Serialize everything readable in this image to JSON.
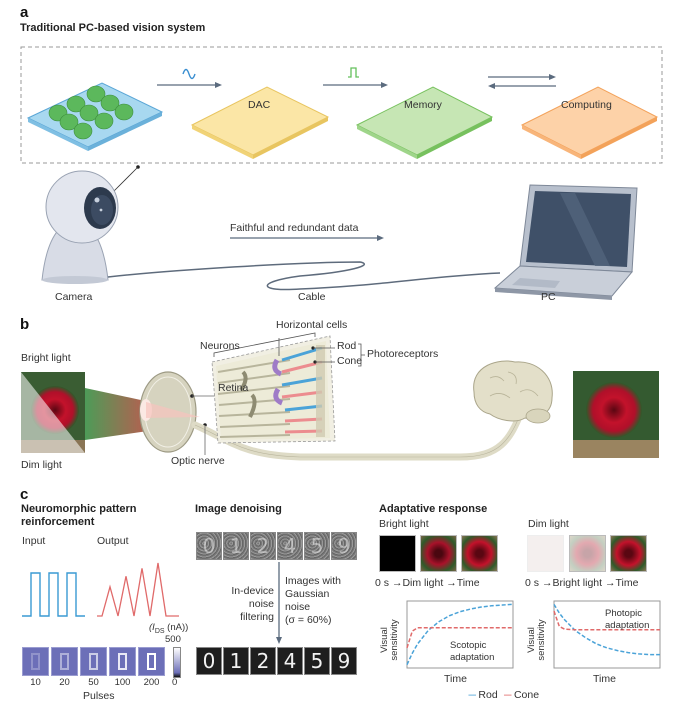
{
  "panel_a": {
    "letter": "a",
    "title": "Traditional PC-based vision system",
    "blocks": [
      {
        "id": "sensor",
        "label": "",
        "fill": "#a8d8f0",
        "edge": "#5aa6d6"
      },
      {
        "id": "dac",
        "label": "DAC",
        "fill": "#fbe6a6",
        "edge": "#e8c560"
      },
      {
        "id": "memory",
        "label": "Memory",
        "fill": "#c6e6b4",
        "edge": "#77c15e"
      },
      {
        "id": "computing",
        "label": "Computing",
        "fill": "#fdd2a8",
        "edge": "#f3a25a"
      }
    ],
    "signal_icons": [
      "sine-wave-icon",
      "pulse-wave-icon"
    ],
    "data_label": "Faithful and redundant data",
    "camera_label": "Camera",
    "cable_label": "Cable",
    "pc_label": "PC"
  },
  "panel_b": {
    "letter": "b",
    "bright_label": "Bright light",
    "dim_label": "Dim light",
    "retina_label": "Retina",
    "optic_nerve_label": "Optic nerve",
    "neurons_label": "Neurons",
    "horizontal_cells_label": "Horizontal cells",
    "rod_label": "Rod",
    "cone_label": "Cone",
    "photoreceptors_label": "Photoreceptors"
  },
  "panel_c": {
    "letter": "c",
    "pattern": {
      "title_line1": "Neuromorphic pattern",
      "title_line2": "reinforcement",
      "input_label": "Input",
      "output_label": "Output",
      "colorbar_title": "(I",
      "colorbar_sub": "DS",
      "colorbar_unit": " (nA))",
      "colorbar_max": "500",
      "colorbar_min": "0",
      "pulse_counts": [
        "10",
        "20",
        "50",
        "100",
        "200"
      ],
      "pulses_label": "Pulses"
    },
    "denoising": {
      "title": "Image denoising",
      "digits": [
        "0",
        "1",
        "2",
        "4",
        "5",
        "9"
      ],
      "left_note": [
        "In-device",
        "noise",
        "filtering"
      ],
      "right_note": [
        "Images with",
        "Gaussian",
        "noise",
        "(σ = 60%)"
      ]
    },
    "adaptive": {
      "title": "Adaptative response",
      "bright_title": "Bright light",
      "dim_title": "Dim light",
      "bright_sequence": [
        "0 s",
        "Dim light",
        "Time"
      ],
      "dim_sequence": [
        "0 s",
        "Bright light",
        "Time"
      ],
      "legend": [
        {
          "name": "Rod",
          "color": "#4ba3d8"
        },
        {
          "name": "Cone",
          "color": "#e06a6a"
        }
      ]
    }
  },
  "chart_data": [
    {
      "type": "line",
      "title": "Scotopic adaptation",
      "xlabel": "Time",
      "ylabel": "Visual sensitivity",
      "grid": false,
      "legend": "bottom",
      "x": [
        0,
        0.05,
        0.1,
        0.2,
        0.3,
        0.4,
        0.5,
        0.6,
        0.7,
        0.8,
        0.9,
        1.0
      ],
      "xlim": [
        0,
        1
      ],
      "ylim": [
        0,
        1
      ],
      "series": [
        {
          "name": "Rod",
          "values": [
            0.05,
            0.22,
            0.36,
            0.56,
            0.69,
            0.78,
            0.84,
            0.88,
            0.91,
            0.93,
            0.94,
            0.95
          ]
        },
        {
          "name": "Cone",
          "values": [
            0.3,
            0.55,
            0.6,
            0.6,
            0.6,
            0.6,
            0.6,
            0.6,
            0.6,
            0.6,
            0.6,
            0.6
          ]
        }
      ],
      "annotation": "Scotopic adaptation"
    },
    {
      "type": "line",
      "title": "Photopic adaptation",
      "xlabel": "Time",
      "ylabel": "Visual sensitivity",
      "grid": false,
      "legend": "bottom",
      "x": [
        0,
        0.05,
        0.1,
        0.2,
        0.3,
        0.4,
        0.5,
        0.6,
        0.7,
        0.8,
        0.9,
        1.0
      ],
      "xlim": [
        0,
        1
      ],
      "ylim": [
        0,
        1
      ],
      "series": [
        {
          "name": "Rod",
          "values": [
            0.95,
            0.82,
            0.72,
            0.56,
            0.45,
            0.36,
            0.3,
            0.26,
            0.23,
            0.21,
            0.2,
            0.2
          ]
        },
        {
          "name": "Cone",
          "values": [
            0.85,
            0.62,
            0.58,
            0.57,
            0.57,
            0.57,
            0.57,
            0.57,
            0.57,
            0.57,
            0.57,
            0.57
          ]
        }
      ],
      "annotation": "Photopic adaptation"
    },
    {
      "type": "line",
      "title": "Input",
      "series": [
        {
          "name": "Input",
          "values": [
            0,
            1,
            0,
            1,
            0,
            1,
            0
          ]
        }
      ]
    },
    {
      "type": "line",
      "title": "Output",
      "series": [
        {
          "name": "Output",
          "values": [
            0,
            0.55,
            0,
            0.75,
            0,
            0.9,
            0,
            1.0,
            0
          ]
        }
      ]
    }
  ]
}
